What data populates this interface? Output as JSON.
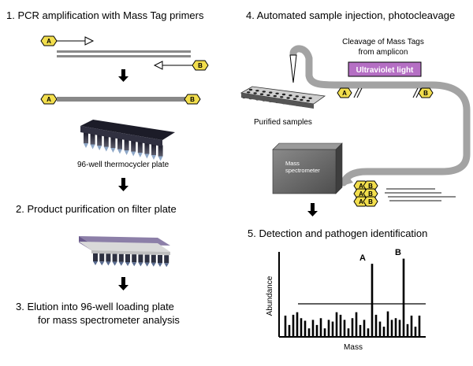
{
  "steps": {
    "step1": "1. PCR amplification with Mass Tag primers",
    "step2": "2. Product purification on filter plate",
    "step3_line1": "3. Elution into 96-well loading plate",
    "step3_line2": "for mass spectrometer analysis",
    "step4": "4. Automated sample injection, photocleavage",
    "step5": "5. Detection and pathogen identification"
  },
  "labels": {
    "thermocycler_plate": "96-well thermocycler plate",
    "purified_samples": "Purified samples",
    "cleavage_line1": "Cleavage of Mass Tags",
    "cleavage_line2": "from amplicon",
    "uv_light": "Ultraviolet light",
    "mass_spectrometer_line1": "Mass",
    "mass_spectrometer_line2": "spectrometer"
  },
  "tags": {
    "tag_a": "A",
    "tag_b": "B"
  },
  "colors": {
    "tag_fill": "#f2de4d",
    "uv_fill": "#b56fc4",
    "dna_strand": "#888888",
    "tube_gray": "#9b9b9b"
  },
  "spectrum": {
    "xlabel": "Mass",
    "ylabel": "Abundance",
    "peak_label_a": "A",
    "peak_label_b": "B",
    "threshold": 0.36,
    "peaks": [
      0.25,
      0.14,
      0.26,
      0.29,
      0.22,
      0.19,
      0.1,
      0.2,
      0.14,
      0.22,
      0.1,
      0.2,
      0.18,
      0.29,
      0.26,
      0.2,
      0.1,
      0.22,
      0.29,
      0.14,
      0.2,
      0.1,
      0.86,
      0.26,
      0.18,
      0.12,
      0.3,
      0.2,
      0.22,
      0.2,
      0.92,
      0.15,
      0.25,
      0.12,
      0.25
    ]
  }
}
